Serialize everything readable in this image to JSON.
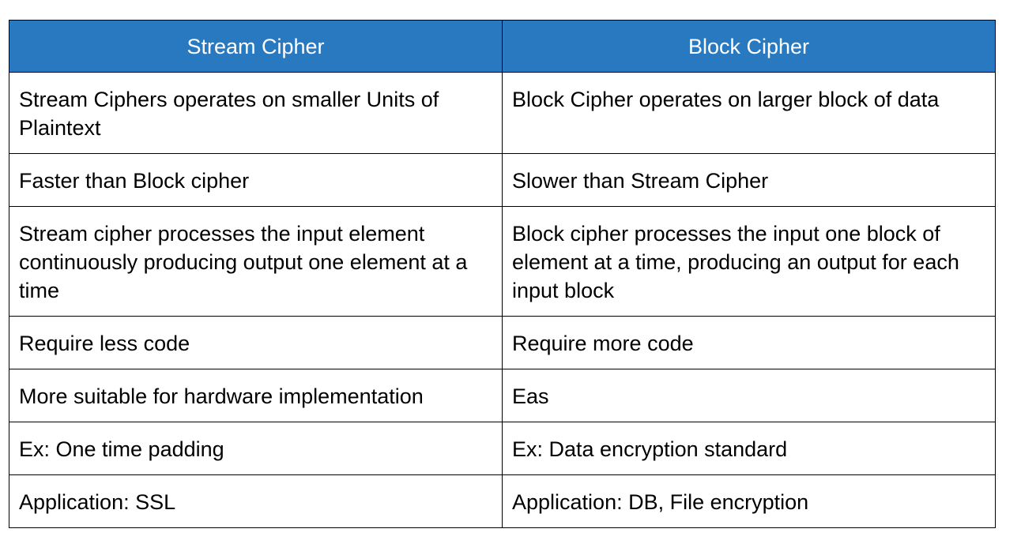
{
  "table": {
    "headers": [
      "Stream Cipher",
      "Block Cipher"
    ],
    "rows": [
      [
        "Stream Ciphers operates on smaller Units of Plaintext",
        "Block Cipher operates on larger block of data"
      ],
      [
        "Faster than Block cipher",
        "Slower than Stream Cipher"
      ],
      [
        "Stream cipher processes the input element continuously producing output one element at a time",
        "Block cipher processes the input one block of element at a time, producing an output for each input block"
      ],
      [
        "Require less code",
        "Require more code"
      ],
      [
        "More suitable for hardware implementation",
        "Eas"
      ],
      [
        "Ex: One time padding",
        "Ex: Data encryption standard"
      ],
      [
        "Application: SSL",
        "Application: DB, File encryption"
      ]
    ]
  },
  "colors": {
    "header_bg": "#2979c1",
    "header_text": "#ffffff",
    "border": "#000000"
  }
}
